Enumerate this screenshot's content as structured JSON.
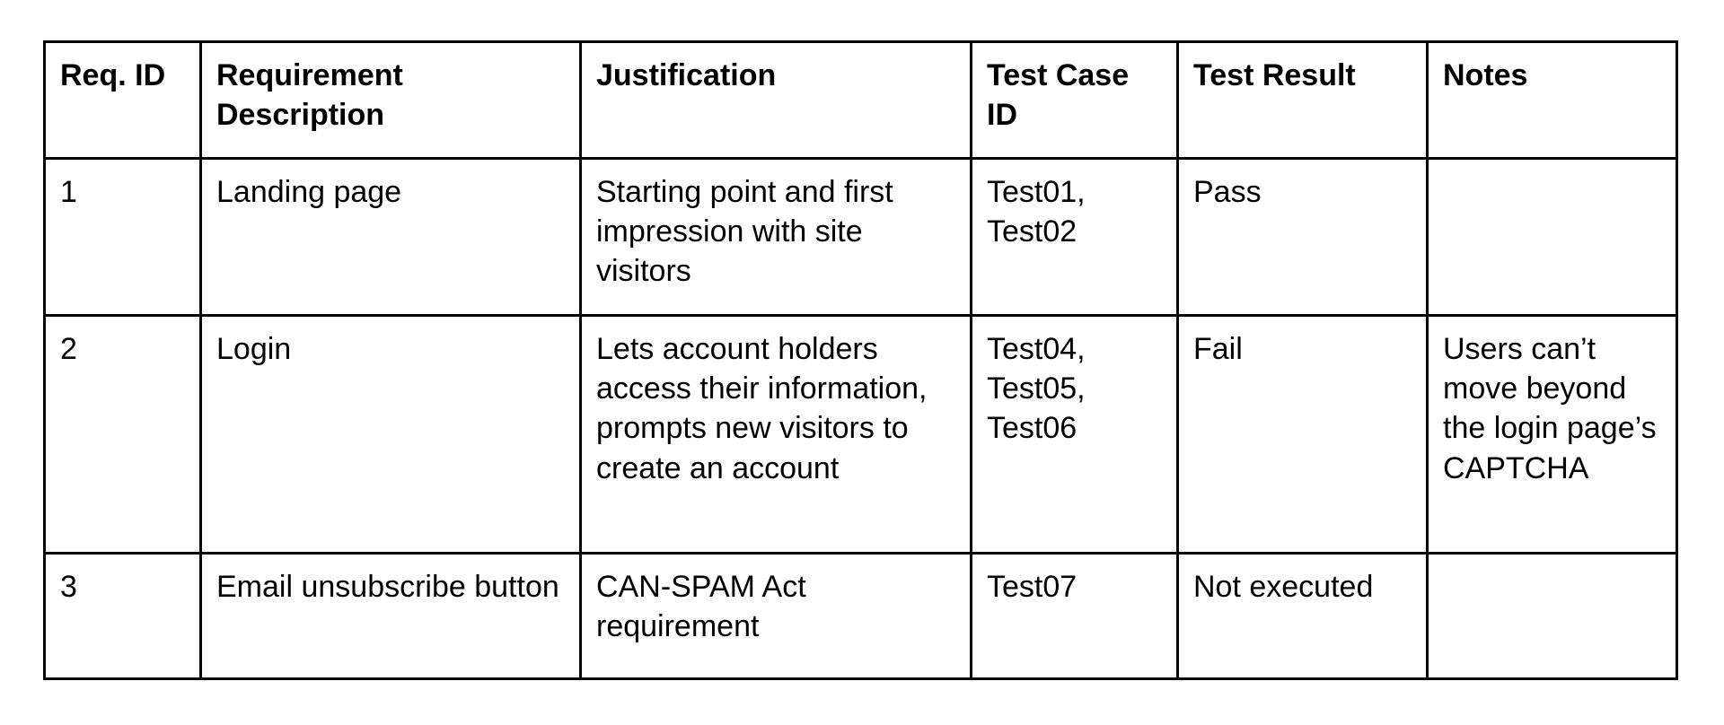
{
  "table": {
    "name": "requirements-traceability-table",
    "columns": [
      {
        "key": "req_id",
        "label": "Req. ID"
      },
      {
        "key": "description",
        "label": "Requirement Description"
      },
      {
        "key": "justification",
        "label": "Justification"
      },
      {
        "key": "test_case_id",
        "label": "Test Case ID"
      },
      {
        "key": "test_result",
        "label": "Test Result"
      },
      {
        "key": "notes",
        "label": "Notes"
      }
    ],
    "headers": {
      "req_id": "Req. ID",
      "description": "Requirement Description",
      "justification": "Justification",
      "test_case_id": "Test Case ID",
      "test_result": "Test Result",
      "notes": "Notes"
    },
    "rows": [
      {
        "req_id": "1",
        "description": "Landing page",
        "justification": "Starting point and first impression with site visitors",
        "test_case_id": "Test01, Test02",
        "test_result": "Pass",
        "notes": ""
      },
      {
        "req_id": "2",
        "description": "Login",
        "justification": "Lets account holders access their information, prompts new visitors to create an account",
        "test_case_id": "Test04, Test05, Test06",
        "test_result": "Fail",
        "notes": "Users can’t move beyond the login page’s CAPTCHA"
      },
      {
        "req_id": "3",
        "description": "Email unsubscribe button",
        "justification": "CAN-SPAM Act requirement",
        "test_case_id": "Test07",
        "test_result": "Not executed",
        "notes": ""
      }
    ]
  },
  "style": {
    "border_color": "#000000",
    "text_color": "#000000",
    "background": "#ffffff"
  }
}
